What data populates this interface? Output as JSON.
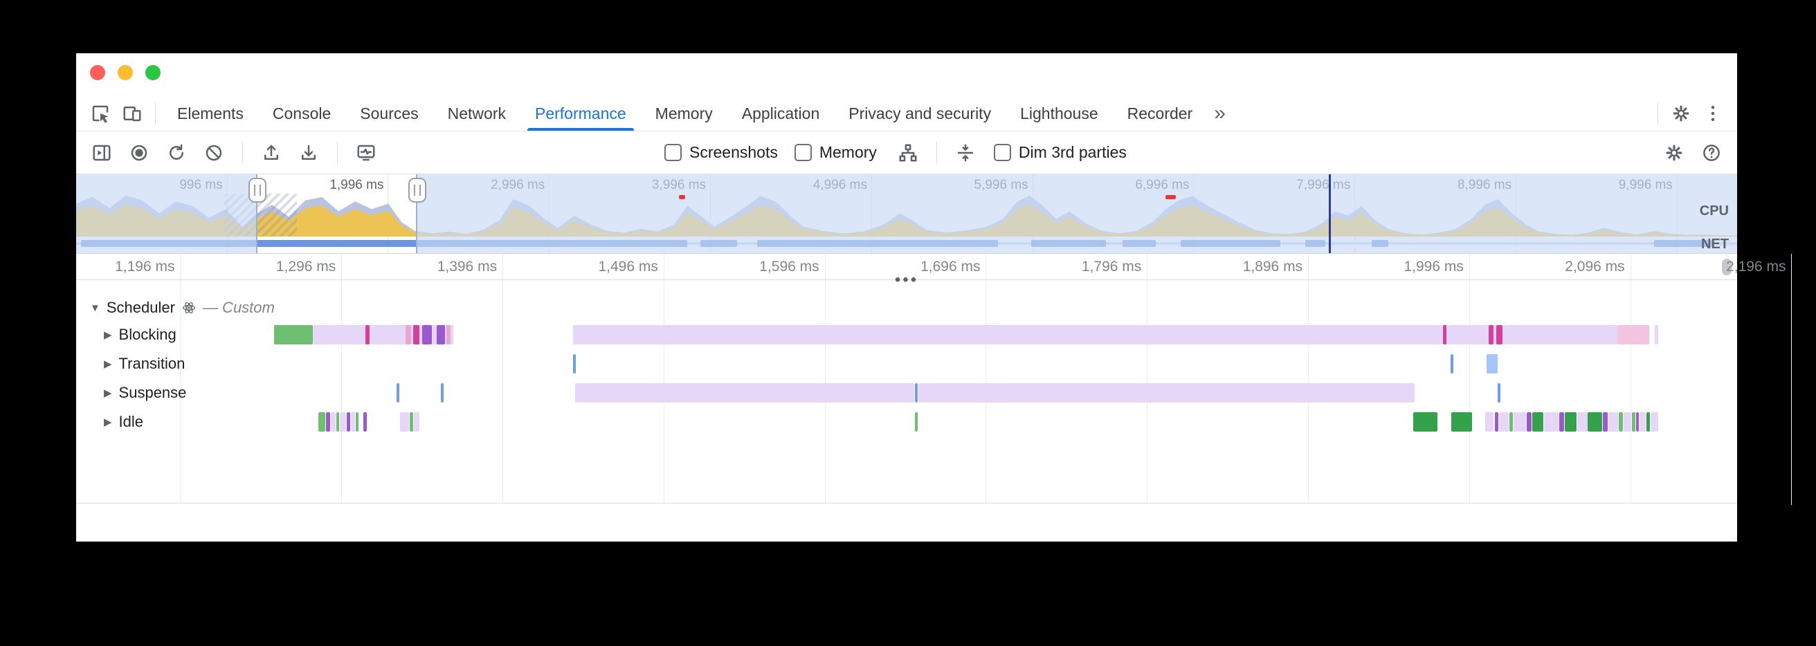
{
  "icons": {
    "expanded": "▼",
    "collapsed": "▶",
    "dots": "•••",
    "chevrons": "»"
  },
  "tabs": {
    "items": [
      {
        "label": "Elements",
        "active": false
      },
      {
        "label": "Console",
        "active": false
      },
      {
        "label": "Sources",
        "active": false
      },
      {
        "label": "Network",
        "active": false
      },
      {
        "label": "Performance",
        "active": true
      },
      {
        "label": "Memory",
        "active": false
      },
      {
        "label": "Application",
        "active": false
      },
      {
        "label": "Privacy and security",
        "active": false
      },
      {
        "label": "Lighthouse",
        "active": false
      },
      {
        "label": "Recorder",
        "active": false
      }
    ]
  },
  "toolbar": {
    "screenshots_label": "Screenshots",
    "memory_label": "Memory",
    "dim_label": "Dim 3rd parties"
  },
  "overview": {
    "cpu_label": "CPU",
    "net_label": "NET",
    "time_labels": [
      "996 ms",
      "1,996 ms",
      "2,996 ms",
      "3,996 ms",
      "4,996 ms",
      "5,996 ms",
      "6,996 ms",
      "7,996 ms",
      "8,996 ms",
      "9,996 ms"
    ],
    "grid_start_pct": 9.07,
    "grid_step_pct": 9.7,
    "selection": {
      "start_pct": 10.88,
      "end_pct": 20.5
    },
    "playhead_pct": 75.42,
    "hatch": {
      "left_pct": 8.9,
      "width_pct": 4.4
    },
    "red_markers": [
      [
        36.3,
        0.35
      ],
      [
        65.6,
        0.6
      ]
    ],
    "cpu_points": [
      [
        0,
        60
      ],
      [
        1,
        72
      ],
      [
        2,
        52
      ],
      [
        3,
        76
      ],
      [
        4,
        66
      ],
      [
        5,
        42
      ],
      [
        6,
        64
      ],
      [
        7,
        56
      ],
      [
        8,
        34
      ],
      [
        9,
        50
      ],
      [
        10,
        18
      ],
      [
        10.8,
        40
      ],
      [
        11.8,
        58
      ],
      [
        12.8,
        36
      ],
      [
        13.8,
        66
      ],
      [
        14.8,
        72
      ],
      [
        15.8,
        46
      ],
      [
        16.8,
        64
      ],
      [
        17.8,
        50
      ],
      [
        18.8,
        60
      ],
      [
        19.6,
        26
      ],
      [
        20.4,
        10
      ],
      [
        21.5,
        6
      ],
      [
        22.5,
        9
      ],
      [
        23.5,
        5
      ],
      [
        24.5,
        12
      ],
      [
        25.5,
        30
      ],
      [
        26.3,
        68
      ],
      [
        27.3,
        56
      ],
      [
        28.2,
        32
      ],
      [
        29,
        16
      ],
      [
        30,
        38
      ],
      [
        31,
        22
      ],
      [
        32,
        10
      ],
      [
        33,
        7
      ],
      [
        34,
        14
      ],
      [
        35,
        9
      ],
      [
        36,
        22
      ],
      [
        36.8,
        56
      ],
      [
        37.6,
        38
      ],
      [
        38.4,
        18
      ],
      [
        39.2,
        32
      ],
      [
        40.2,
        52
      ],
      [
        41.2,
        74
      ],
      [
        42.2,
        62
      ],
      [
        43,
        38
      ],
      [
        43.8,
        18
      ],
      [
        45,
        10
      ],
      [
        46.2,
        6
      ],
      [
        47.4,
        9
      ],
      [
        48.6,
        22
      ],
      [
        49.6,
        42
      ],
      [
        50.4,
        28
      ],
      [
        51.2,
        12
      ],
      [
        52.4,
        7
      ],
      [
        53.6,
        11
      ],
      [
        54.8,
        18
      ],
      [
        55.8,
        32
      ],
      [
        56.6,
        62
      ],
      [
        57.4,
        76
      ],
      [
        58.2,
        56
      ],
      [
        59,
        32
      ],
      [
        59.8,
        46
      ],
      [
        60.8,
        24
      ],
      [
        61.8,
        10
      ],
      [
        62.8,
        6
      ],
      [
        63.8,
        10
      ],
      [
        64.8,
        26
      ],
      [
        65.6,
        50
      ],
      [
        66.4,
        66
      ],
      [
        67.2,
        74
      ],
      [
        68,
        58
      ],
      [
        69,
        42
      ],
      [
        70,
        26
      ],
      [
        71,
        12
      ],
      [
        72,
        6
      ],
      [
        73,
        5
      ],
      [
        74,
        9
      ],
      [
        75,
        24
      ],
      [
        75.8,
        46
      ],
      [
        76.6,
        38
      ],
      [
        77.4,
        56
      ],
      [
        78.2,
        30
      ],
      [
        79,
        14
      ],
      [
        80,
        6
      ],
      [
        81,
        4
      ],
      [
        82,
        7
      ],
      [
        83,
        13
      ],
      [
        84,
        32
      ],
      [
        84.8,
        58
      ],
      [
        85.6,
        68
      ],
      [
        86.4,
        44
      ],
      [
        87.2,
        24
      ],
      [
        88,
        10
      ],
      [
        89,
        5
      ],
      [
        90,
        3
      ],
      [
        91,
        7
      ],
      [
        92,
        16
      ],
      [
        93,
        8
      ],
      [
        94,
        4
      ],
      [
        95,
        10
      ],
      [
        96,
        5
      ],
      [
        97,
        3
      ],
      [
        98,
        4
      ],
      [
        99,
        2
      ],
      [
        100,
        2
      ]
    ],
    "net_segments": [
      [
        0.3,
        36.5
      ],
      [
        37.6,
        2.2
      ],
      [
        41,
        14.5
      ],
      [
        57.5,
        4.5
      ],
      [
        63,
        2
      ],
      [
        66.5,
        6
      ],
      [
        74,
        1.2
      ],
      [
        78,
        1
      ],
      [
        95,
        3.5
      ]
    ]
  },
  "ruler": {
    "labels": [
      "1,196 ms",
      "1,296 ms",
      "1,396 ms",
      "1,496 ms",
      "1,596 ms",
      "1,696 ms",
      "1,796 ms",
      "1,896 ms",
      "1,996 ms",
      "2,096 ms",
      "2,196 ms"
    ],
    "grid_start_pct": 6.27,
    "grid_step_pct": 9.7
  },
  "tracks": {
    "group": {
      "label": "Scheduler",
      "suffix": "— Custom"
    },
    "rows": [
      {
        "label": "Blocking",
        "bars": [
          [
            11.9,
            2.35,
            "green"
          ],
          [
            14.25,
            8.45,
            "lav"
          ],
          [
            17.4,
            0.28,
            "magenta"
          ],
          [
            19.85,
            0.3,
            "pink"
          ],
          [
            20.3,
            0.35,
            "magenta"
          ],
          [
            20.85,
            0.55,
            "purple"
          ],
          [
            21.7,
            0.5,
            "purple"
          ],
          [
            22.28,
            0.28,
            "pink"
          ],
          [
            29.9,
            62.9,
            "lav"
          ],
          [
            82.3,
            0.22,
            "magenta"
          ],
          [
            85.05,
            0.3,
            "magenta"
          ],
          [
            85.5,
            0.38,
            "magenta"
          ],
          [
            92.8,
            1.9,
            "pink2"
          ],
          [
            95.05,
            0.22,
            "lav"
          ]
        ]
      },
      {
        "label": "Transition",
        "bars": [
          [
            29.92,
            0.16,
            "blue"
          ],
          [
            82.75,
            0.18,
            "blue"
          ],
          [
            84.9,
            0.7,
            "bluebar"
          ]
        ]
      },
      {
        "label": "Suspense",
        "bars": [
          [
            19.3,
            0.16,
            "blue"
          ],
          [
            21.95,
            0.16,
            "blue"
          ],
          [
            30.05,
            20.4,
            "lav"
          ],
          [
            50.52,
            0.14,
            "blue"
          ],
          [
            50.72,
            29.85,
            "lav"
          ],
          [
            85.6,
            0.16,
            "blue"
          ]
        ]
      },
      {
        "label": "Idle",
        "bars": [
          [
            14.6,
            0.42,
            "green"
          ],
          [
            15.06,
            0.22,
            "purple"
          ],
          [
            15.32,
            0.3,
            "lav"
          ],
          [
            15.66,
            0.18,
            "green"
          ],
          [
            15.88,
            0.36,
            "lav"
          ],
          [
            16.28,
            0.22,
            "purple"
          ],
          [
            16.54,
            0.26,
            "lav"
          ],
          [
            16.84,
            0.18,
            "green"
          ],
          [
            17.3,
            0.18,
            "purple"
          ],
          [
            19.5,
            0.55,
            "lav"
          ],
          [
            20.1,
            0.18,
            "green"
          ],
          [
            20.32,
            0.36,
            "lav"
          ],
          [
            50.5,
            0.16,
            "green"
          ],
          [
            80.5,
            1.45,
            "dgreen"
          ],
          [
            82.8,
            1.25,
            "dgreen"
          ],
          [
            84.85,
            0.5,
            "lav"
          ],
          [
            85.4,
            0.22,
            "purple"
          ],
          [
            85.66,
            0.6,
            "lav"
          ],
          [
            86.3,
            0.2,
            "green"
          ],
          [
            86.54,
            0.76,
            "lav"
          ],
          [
            87.34,
            0.3,
            "purple"
          ],
          [
            87.68,
            0.64,
            "dgreen"
          ],
          [
            88.36,
            0.9,
            "lav"
          ],
          [
            89.3,
            0.3,
            "purple"
          ],
          [
            89.64,
            0.7,
            "dgreen"
          ],
          [
            90.38,
            0.6,
            "lav"
          ],
          [
            91.02,
            0.86,
            "dgreen"
          ],
          [
            91.92,
            0.3,
            "purple"
          ],
          [
            92.26,
            0.56,
            "lav"
          ],
          [
            92.86,
            0.26,
            "green"
          ],
          [
            93.16,
            0.46,
            "lav"
          ],
          [
            93.66,
            0.2,
            "green"
          ],
          [
            93.9,
            0.2,
            "purple"
          ],
          [
            94.14,
            0.36,
            "lav"
          ],
          [
            94.54,
            0.2,
            "dgreen"
          ],
          [
            94.78,
            0.46,
            "lav"
          ]
        ]
      }
    ]
  },
  "colors": {
    "accent": "#1a73e8",
    "lav": "#e6d6f8",
    "green": "#6fbf73",
    "dgreen": "#34a24a",
    "purple": "#9b59d0",
    "magenta": "#d5419a",
    "pink": "#eaa7cd",
    "pink2": "#f2c4df",
    "blue": "#6d9eea",
    "bluebar": "#a6c5fa",
    "cpu_script": "#edc453",
    "cpu_other": "#b9c3e0",
    "net": "#6b95e0"
  }
}
